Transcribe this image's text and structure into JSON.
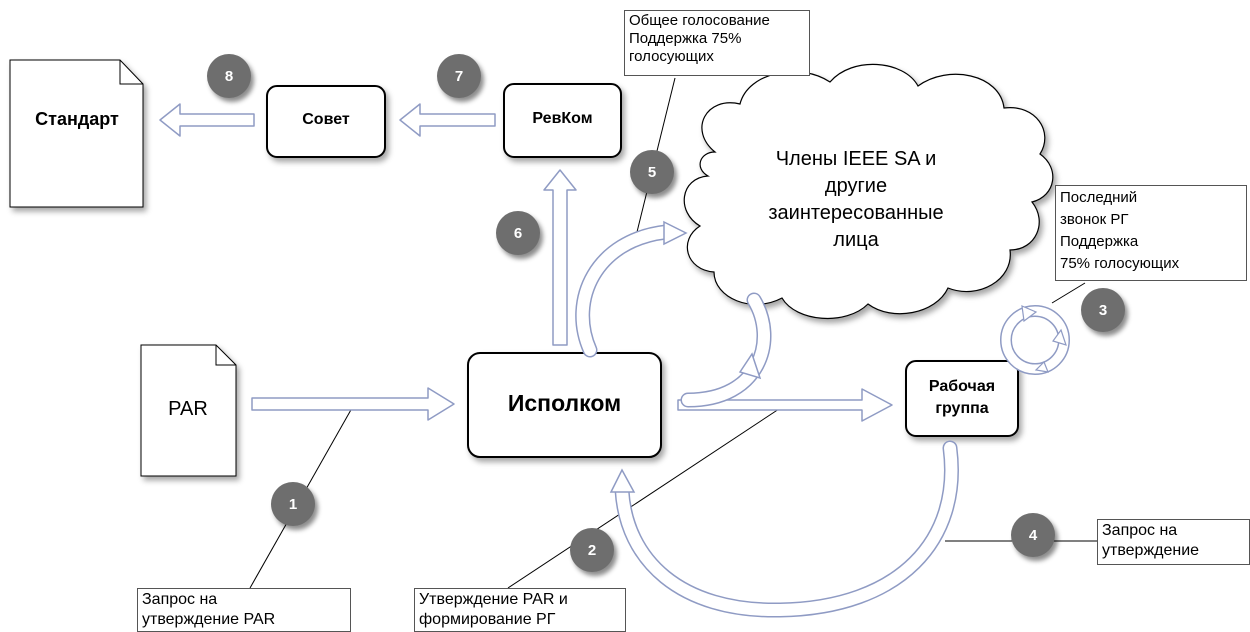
{
  "nodes": {
    "standard": "Стандарт",
    "council": "Совет",
    "revcom": "РевКом",
    "executive": "Исполком",
    "working_group": "Рабочая\nгруппа",
    "par": "PAR",
    "cloud": "Члены IEEE SA и\nдругие\nзаинтересованные\nлица"
  },
  "notes": {
    "general_ballot": "Общее голосование\nПоддержка 75%\nголосующих",
    "last_call": "Последний\nзвонок РГ\nПоддержка\n75% голосующих",
    "request_par": "Запрос на\nутверждение PAR",
    "par_approval": "Утверждение PAR и\nформирование РГ",
    "request_approval": "Запрос на\nутверждение"
  },
  "steps": [
    "1",
    "2",
    "3",
    "4",
    "5",
    "6",
    "7",
    "8"
  ],
  "colors": {
    "arrow_fill": "#ffffff",
    "arrow_stroke": "#8f9bc4",
    "badge_fill": "#6e6e6e",
    "box_stroke": "#000000"
  }
}
